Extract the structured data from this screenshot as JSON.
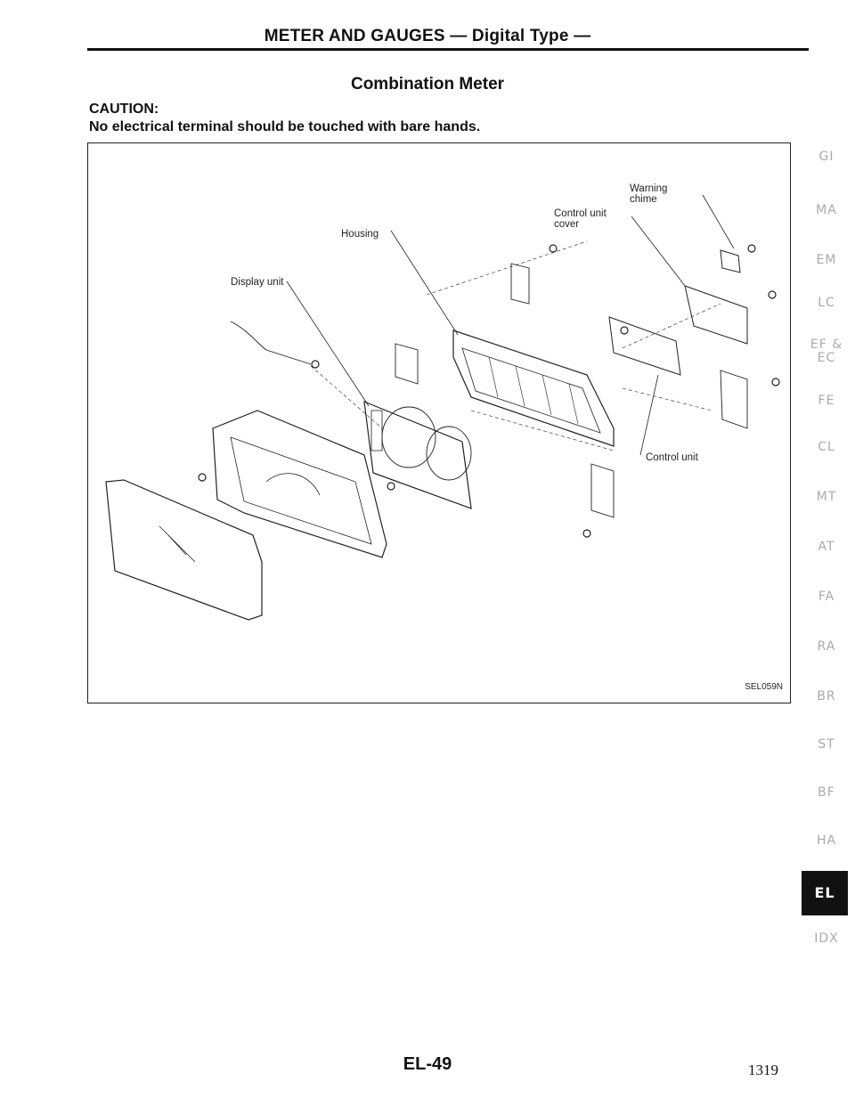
{
  "header": {
    "title": "METER AND GAUGES — Digital Type —"
  },
  "section": {
    "title": "Combination Meter"
  },
  "caution": {
    "label": "CAUTION:",
    "text": "No electrical terminal should be touched with bare hands."
  },
  "figure": {
    "code": "SEL059N",
    "labels": {
      "warning_chime": "Warning\nchime",
      "control_unit_cover": "Control unit\ncover",
      "housing": "Housing",
      "display_unit": "Display unit",
      "control_unit": "Control unit"
    }
  },
  "side_nav": {
    "items": [
      "GI",
      "MA",
      "EM",
      "LC",
      "EF &\nEC",
      "FE",
      "CL",
      "MT",
      "AT",
      "FA",
      "RA",
      "BR",
      "ST",
      "BF",
      "HA",
      "EL",
      "IDX"
    ],
    "active": "EL"
  },
  "footer": {
    "page_code": "EL-49",
    "page_number": "1319"
  }
}
